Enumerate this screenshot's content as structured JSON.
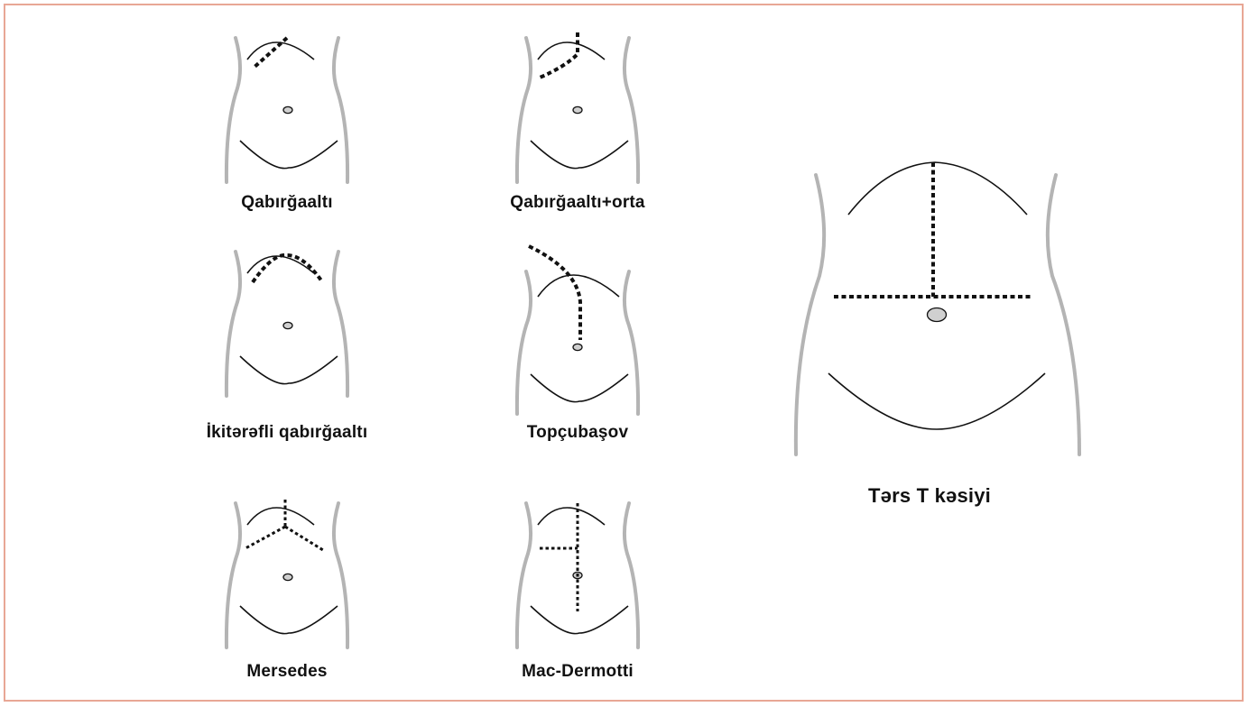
{
  "colors": {
    "frame_border": "#e8a795",
    "torso": "#b4b4b4",
    "navel_fill": "#d0d0d0",
    "line": "#111111"
  },
  "figures": [
    {
      "id": "qabirgaalti",
      "label": "Qabırğaaltı"
    },
    {
      "id": "qabirgaalti_orta",
      "label": "Qabırğaaltı+orta"
    },
    {
      "id": "ikitarafli",
      "label": "İkitərəfli qabırğaaltı"
    },
    {
      "id": "topcubasov",
      "label": "Topçubaşov"
    },
    {
      "id": "mersedes",
      "label": "Mersedes"
    },
    {
      "id": "mac_dermotti",
      "label": "Mac-Dermotti"
    },
    {
      "id": "ters_t",
      "label": "Tərs T kəsiyi"
    }
  ]
}
